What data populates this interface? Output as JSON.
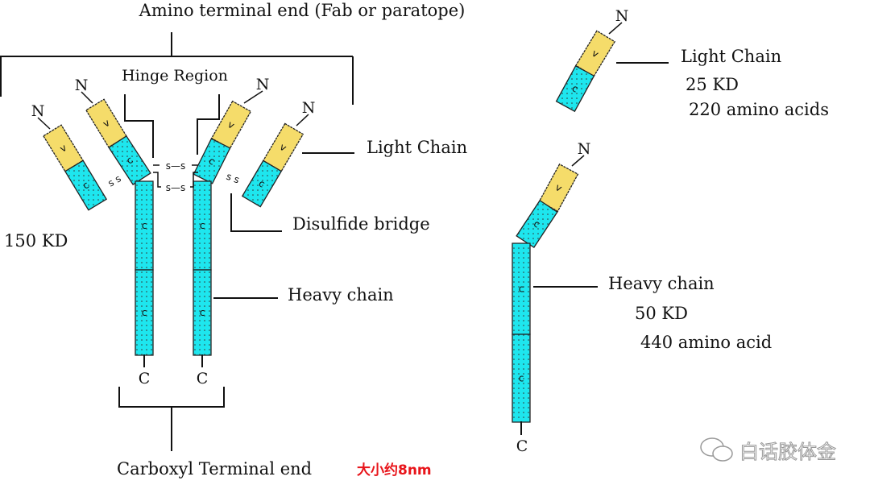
{
  "title": "Amino terminal end (Fab or paratope)",
  "hinge_label": "Hinge Region",
  "light_chain_label": "Light Chain",
  "disulfide_label": "Disulfide bridge",
  "heavy_chain_label": "Heavy chain",
  "antibody_mass": "150 KD",
  "bottom_label": "Carboxyl Terminal end",
  "size_note": "大小约8nm",
  "terminals": {
    "amino": "N",
    "carboxyl": "C"
  },
  "domains": {
    "variable": "v",
    "constant": "c"
  },
  "disulfide": {
    "bond": "s—s",
    "short": "s s"
  },
  "light_chain_info": {
    "label": "Light Chain",
    "mass": "25 KD",
    "length": "220 amino acids"
  },
  "heavy_chain_info": {
    "label": "Heavy chain",
    "mass": "50 KD",
    "length": "440 amino acid"
  },
  "watermark": "白话胶体金",
  "colors": {
    "variable": "#f5dc6a",
    "constant": "#1ee6ee",
    "note": "#e8141a"
  }
}
